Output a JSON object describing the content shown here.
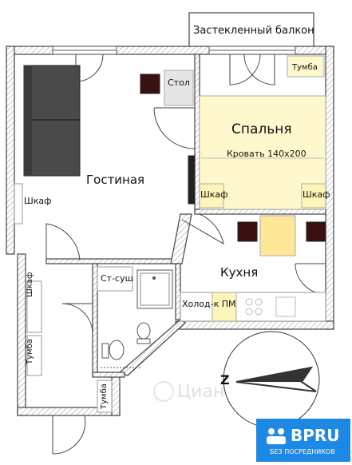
{
  "rooms": {
    "balcony": "Застекленный балкон",
    "living": "Гостиная",
    "bedroom": "Спальня",
    "kitchen": "Кухня"
  },
  "furniture": {
    "table": "Стол",
    "nightstand_top": "Тумба",
    "bed": "Кровать 140х200",
    "wardrobe_bed_left": "Шкаф",
    "wardrobe_bed_right": "Шкаф",
    "wardrobe_living": "Шкаф",
    "wardrobe_hall": "Шкаф",
    "nightstand_hall": "Тумба",
    "nightstand_bath": "Тумба",
    "dryer": "Ст-суш",
    "fridge_dishwasher": "Холод-к ПМ"
  },
  "compass": {
    "letter": "Z"
  },
  "watermark": "Циан",
  "logo": {
    "brand": "BPRU",
    "tagline": "БЕЗ ПОСРЕДНИКОВ",
    "color": "#1e88e5"
  },
  "colors": {
    "wall": "#444444",
    "hatch": "#9a9a9a",
    "sofa": "#4a4a4a",
    "dark_furniture": "#3a1010",
    "table_gray": "#e6e6e6",
    "bed_fill": "#fff8cc",
    "cabinet_yellow": "#fff5b8",
    "kitchen_table": "#ffe897"
  }
}
